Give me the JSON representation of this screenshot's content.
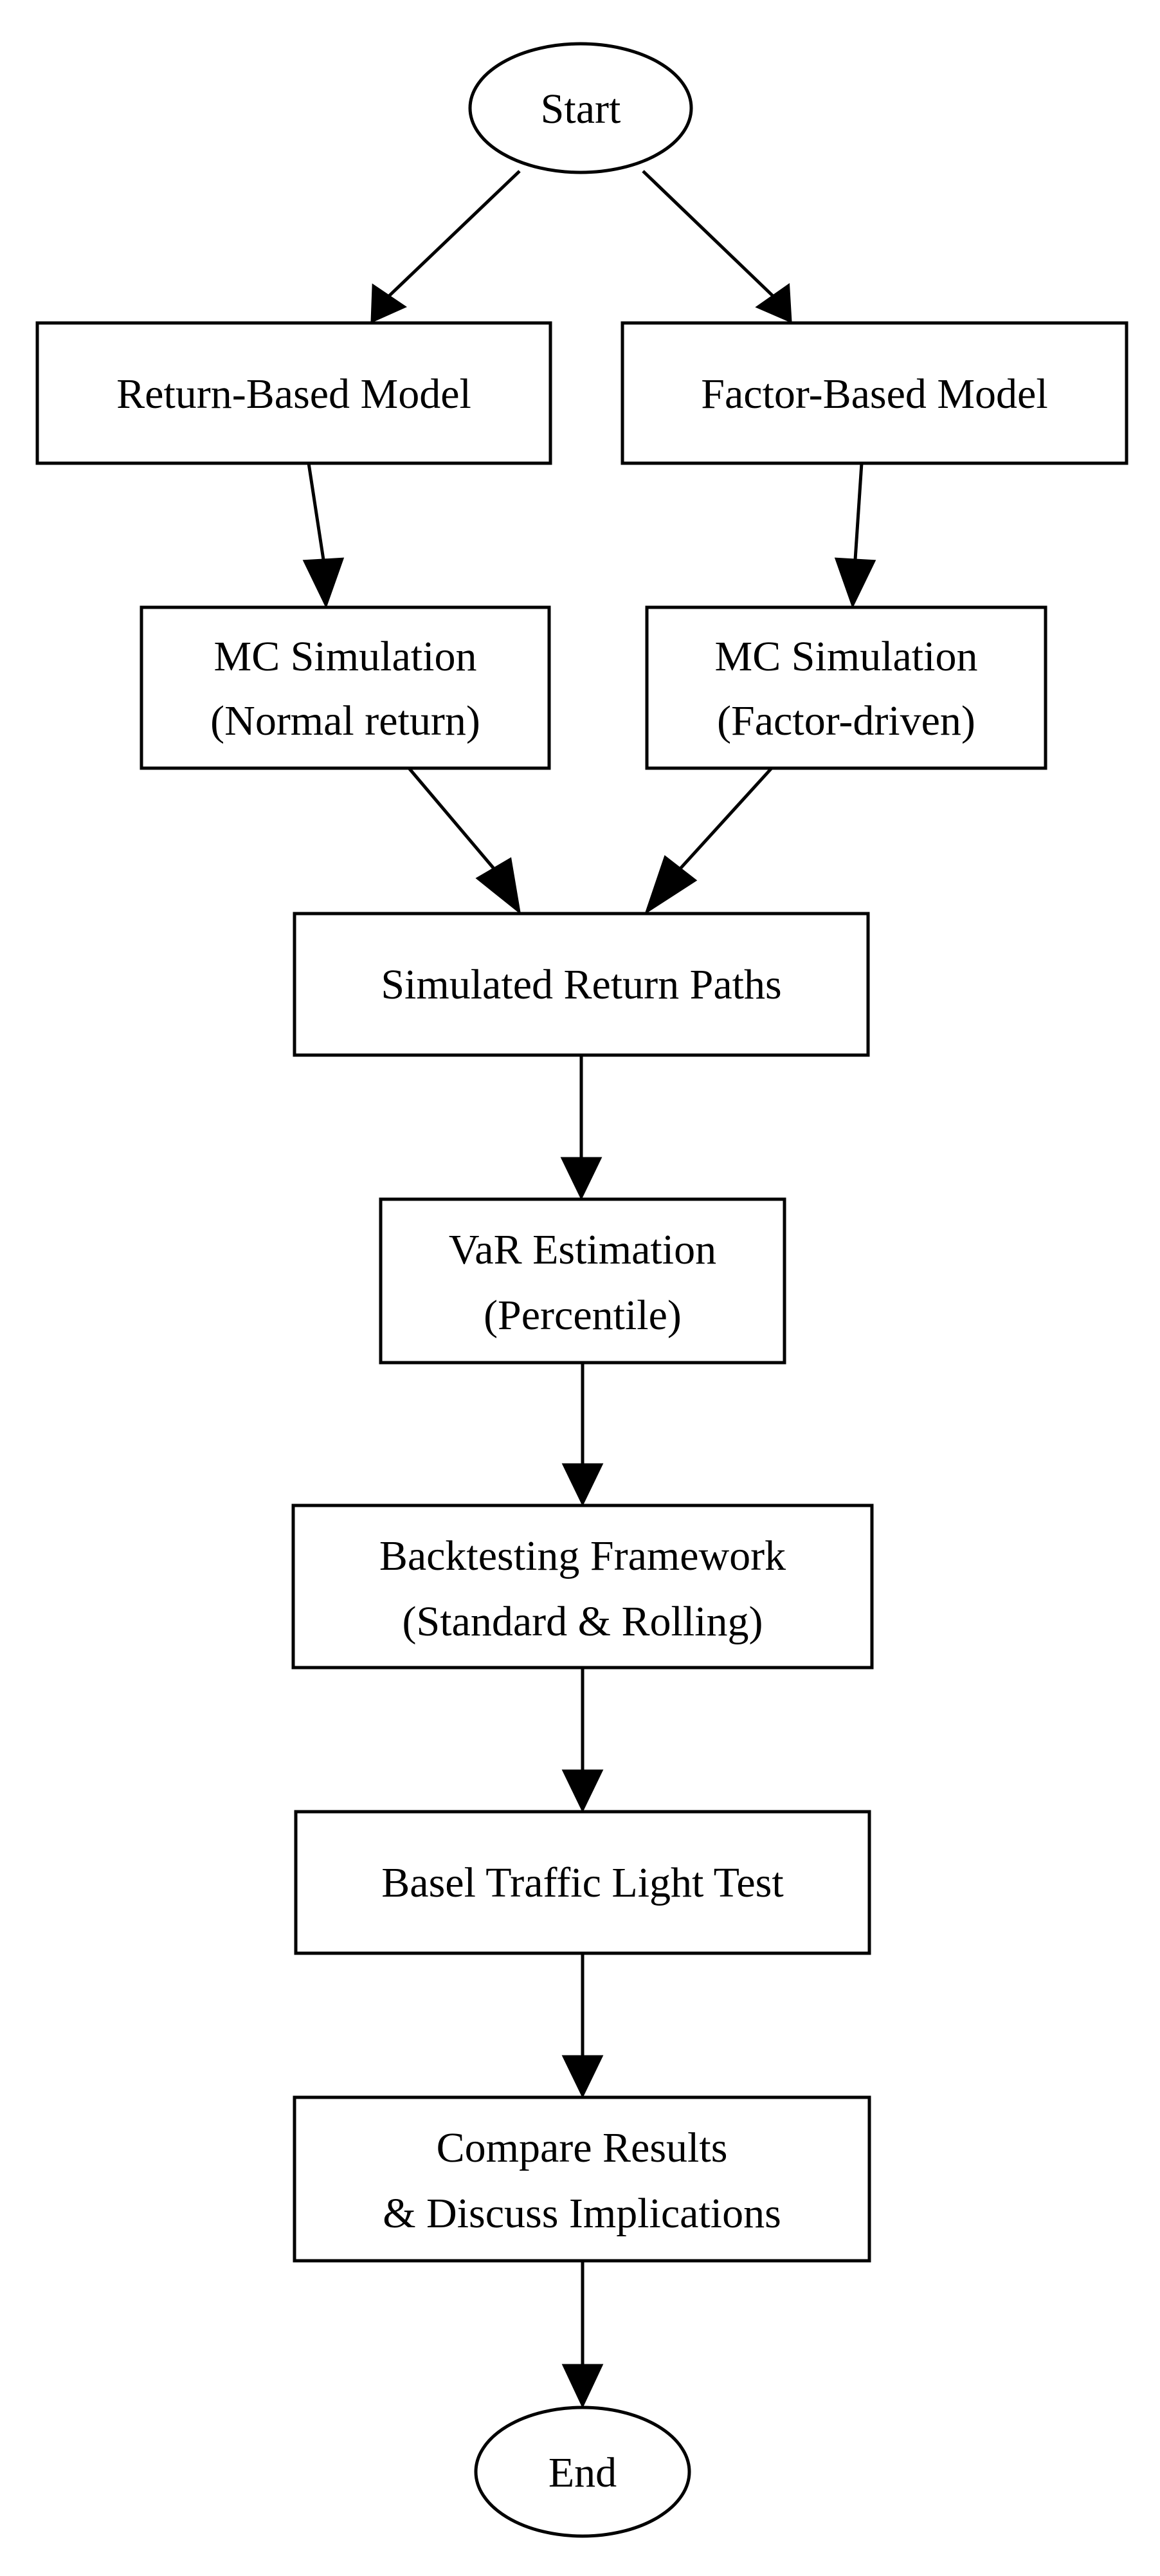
{
  "diagram": {
    "type": "flowchart",
    "nodes": {
      "start": {
        "shape": "ellipse",
        "lines": [
          "Start"
        ]
      },
      "return_model": {
        "shape": "box",
        "lines": [
          "Return-Based Model"
        ]
      },
      "factor_model": {
        "shape": "box",
        "lines": [
          "Factor-Based Model"
        ]
      },
      "mc_normal": {
        "shape": "box",
        "lines": [
          "MC Simulation",
          "(Normal return)"
        ]
      },
      "mc_factor": {
        "shape": "box",
        "lines": [
          "MC Simulation",
          "(Factor-driven)"
        ]
      },
      "paths": {
        "shape": "box",
        "lines": [
          "Simulated Return Paths"
        ]
      },
      "var": {
        "shape": "box",
        "lines": [
          "VaR Estimation",
          "(Percentile)"
        ]
      },
      "backtest": {
        "shape": "box",
        "lines": [
          "Backtesting Framework",
          "(Standard & Rolling)"
        ]
      },
      "basel": {
        "shape": "box",
        "lines": [
          "Basel Traffic Light Test"
        ]
      },
      "compare": {
        "shape": "box",
        "lines": [
          "Compare Results",
          "& Discuss Implications"
        ]
      },
      "end": {
        "shape": "ellipse",
        "lines": [
          "End"
        ]
      }
    },
    "edges": [
      {
        "from": "start",
        "to": "return_model"
      },
      {
        "from": "start",
        "to": "factor_model"
      },
      {
        "from": "return_model",
        "to": "mc_normal"
      },
      {
        "from": "factor_model",
        "to": "mc_factor"
      },
      {
        "from": "mc_normal",
        "to": "paths"
      },
      {
        "from": "mc_factor",
        "to": "paths"
      },
      {
        "from": "paths",
        "to": "var"
      },
      {
        "from": "var",
        "to": "backtest"
      },
      {
        "from": "backtest",
        "to": "basel"
      },
      {
        "from": "basel",
        "to": "compare"
      },
      {
        "from": "compare",
        "to": "end"
      }
    ]
  }
}
